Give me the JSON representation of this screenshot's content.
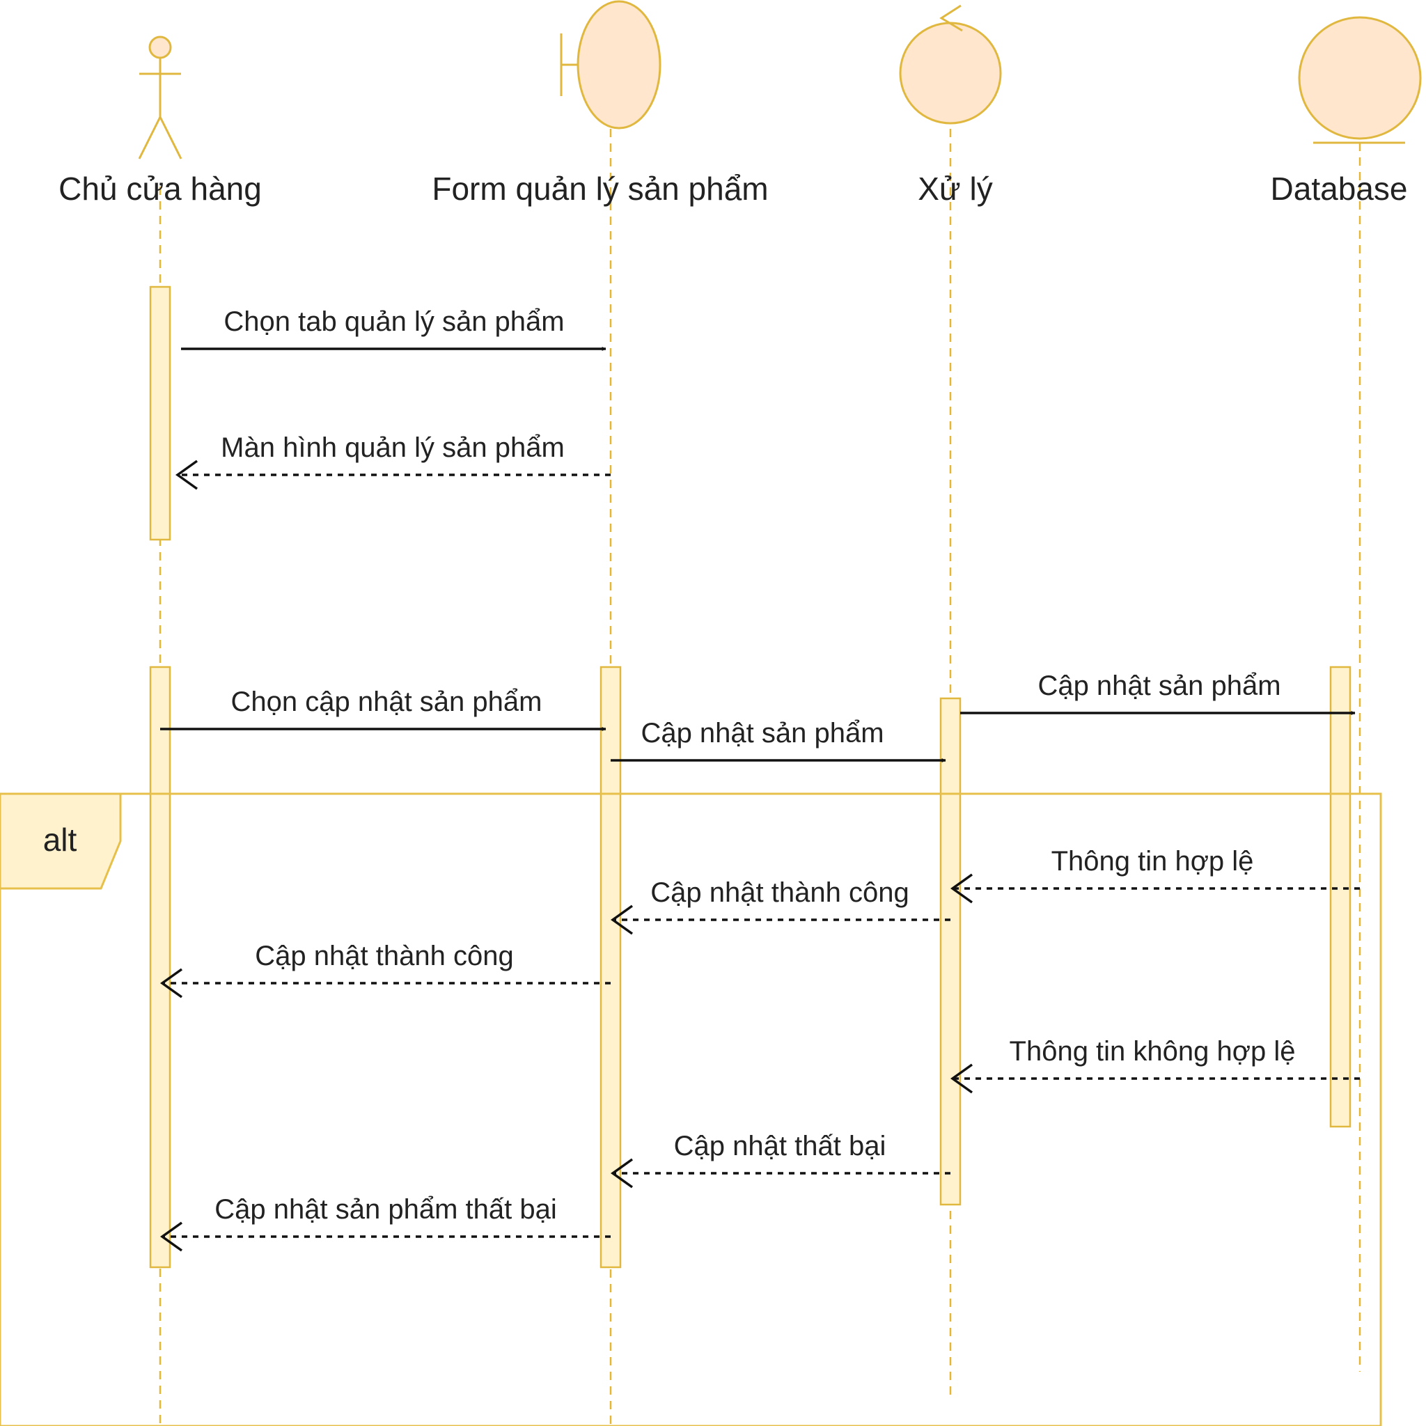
{
  "colors": {
    "shape_fill": "#FFE6CC",
    "shape_stroke": "#E0B840",
    "activation_fill": "#FFF2CC",
    "lifeline": "#E6B733",
    "frame_stroke": "#E6C04A",
    "frame_tab_fill": "#FFF2CC",
    "arrow": "#111111",
    "text": "#222222"
  },
  "participants": [
    {
      "id": "owner",
      "label": "Chủ cửa hàng",
      "type": "actor",
      "icon": "actor-icon"
    },
    {
      "id": "form",
      "label": "Form quản lý sản phẩm",
      "type": "boundary",
      "icon": "boundary-icon"
    },
    {
      "id": "proc",
      "label": "Xử lý",
      "type": "control",
      "icon": "control-icon"
    },
    {
      "id": "db",
      "label": "Database",
      "type": "entity",
      "icon": "entity-icon"
    }
  ],
  "frame": {
    "label": "alt"
  },
  "messages": [
    {
      "from": "owner",
      "to": "form",
      "label": "Chọn tab quản lý sản phẩm",
      "kind": "sync"
    },
    {
      "from": "form",
      "to": "owner",
      "label": "Màn hình quản lý sản phẩm",
      "kind": "return"
    },
    {
      "from": "owner",
      "to": "form",
      "label": "Chọn cập nhật sản phẩm",
      "kind": "sync"
    },
    {
      "from": "form",
      "to": "proc",
      "label": "Cập nhật sản phẩm",
      "kind": "sync"
    },
    {
      "from": "proc",
      "to": "db",
      "label": "Cập nhật sản phẩm",
      "kind": "sync"
    },
    {
      "from": "db",
      "to": "proc",
      "label": "Thông tin hợp lệ",
      "kind": "return"
    },
    {
      "from": "proc",
      "to": "form",
      "label": "Cập nhật thành công",
      "kind": "return"
    },
    {
      "from": "form",
      "to": "owner",
      "label": "Cập nhật thành công",
      "kind": "return"
    },
    {
      "from": "db",
      "to": "proc",
      "label": "Thông tin không hợp lệ",
      "kind": "return"
    },
    {
      "from": "proc",
      "to": "form",
      "label": "Cập nhật thất bại",
      "kind": "return"
    },
    {
      "from": "form",
      "to": "owner",
      "label": "Cập nhật sản phẩm thất bại",
      "kind": "return"
    }
  ]
}
